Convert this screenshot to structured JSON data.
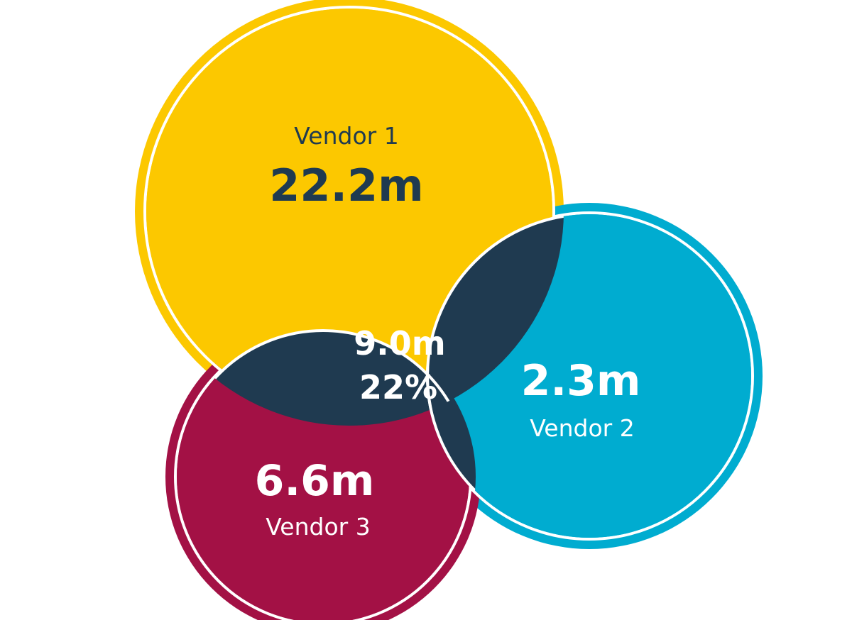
{
  "sets": [
    {
      "id": "vendor1",
      "name": "Vendor 1",
      "value": "22.2m",
      "color": "#FCC800",
      "text_color": "#1F3A50"
    },
    {
      "id": "vendor2",
      "name": "Vendor 2",
      "value": "2.3m",
      "color": "#00ACD0",
      "text_color": "#FFFFFF"
    },
    {
      "id": "vendor3",
      "name": "Vendor 3",
      "value": "6.6m",
      "color": "#A31145",
      "text_color": "#FFFFFF"
    }
  ],
  "overlap": {
    "value": "9.0m",
    "percent": "22%",
    "color": "#1F3A50",
    "text_color": "#FFFFFF"
  },
  "stroke_color": "#FFFFFF"
}
